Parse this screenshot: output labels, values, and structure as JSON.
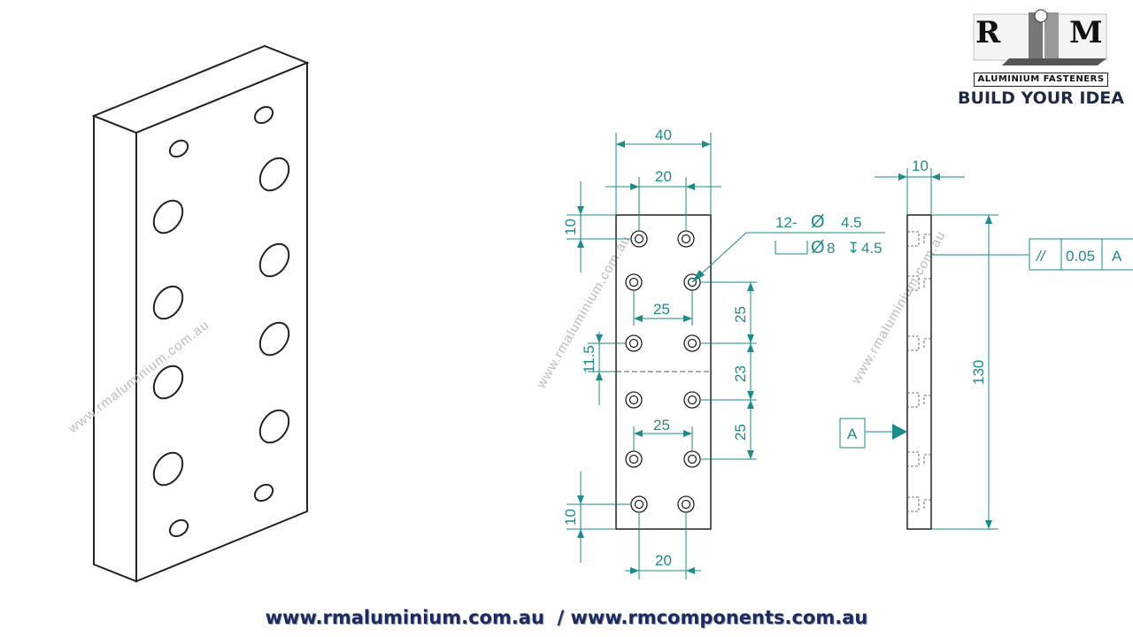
{
  "logo": {
    "monogram": "RM",
    "brand_line": "ALUMINIUM FASTENERS",
    "tagline": "BUILD YOUR IDEA"
  },
  "drawing": {
    "front_view": {
      "overall_width": "40",
      "hole_pitch_width": "20",
      "top_offset": "10",
      "hole_callout_line1": "12-",
      "hole_callout_diameter": "4.5",
      "hole_callout_cbore": "8",
      "hole_callout_depth": "4.5",
      "horizontal_spacing_upper": "25",
      "horizontal_spacing_lower": "25",
      "vertical_spacing_upper": "25",
      "vertical_spacing_mid": "23",
      "vertical_spacing_lower": "25",
      "center_offset": "11.5",
      "bottom_offset": "10",
      "bottom_pitch_width": "20"
    },
    "side_view": {
      "thickness": "10",
      "overall_length": "130",
      "datum_label": "A",
      "tolerance_symbol": "//",
      "tolerance_value": "0.05",
      "tolerance_datum": "A"
    },
    "watermark": "www.rmaluminium.com.au"
  },
  "footer": {
    "links_text": "www.rmaluminium.com.au  / www.rmcomponents.com.au"
  },
  "colors": {
    "dimension": "#1f8a8a",
    "outline": "#222222",
    "watermark": "#bdbdbd",
    "footer_text": "#1f2a5c"
  }
}
